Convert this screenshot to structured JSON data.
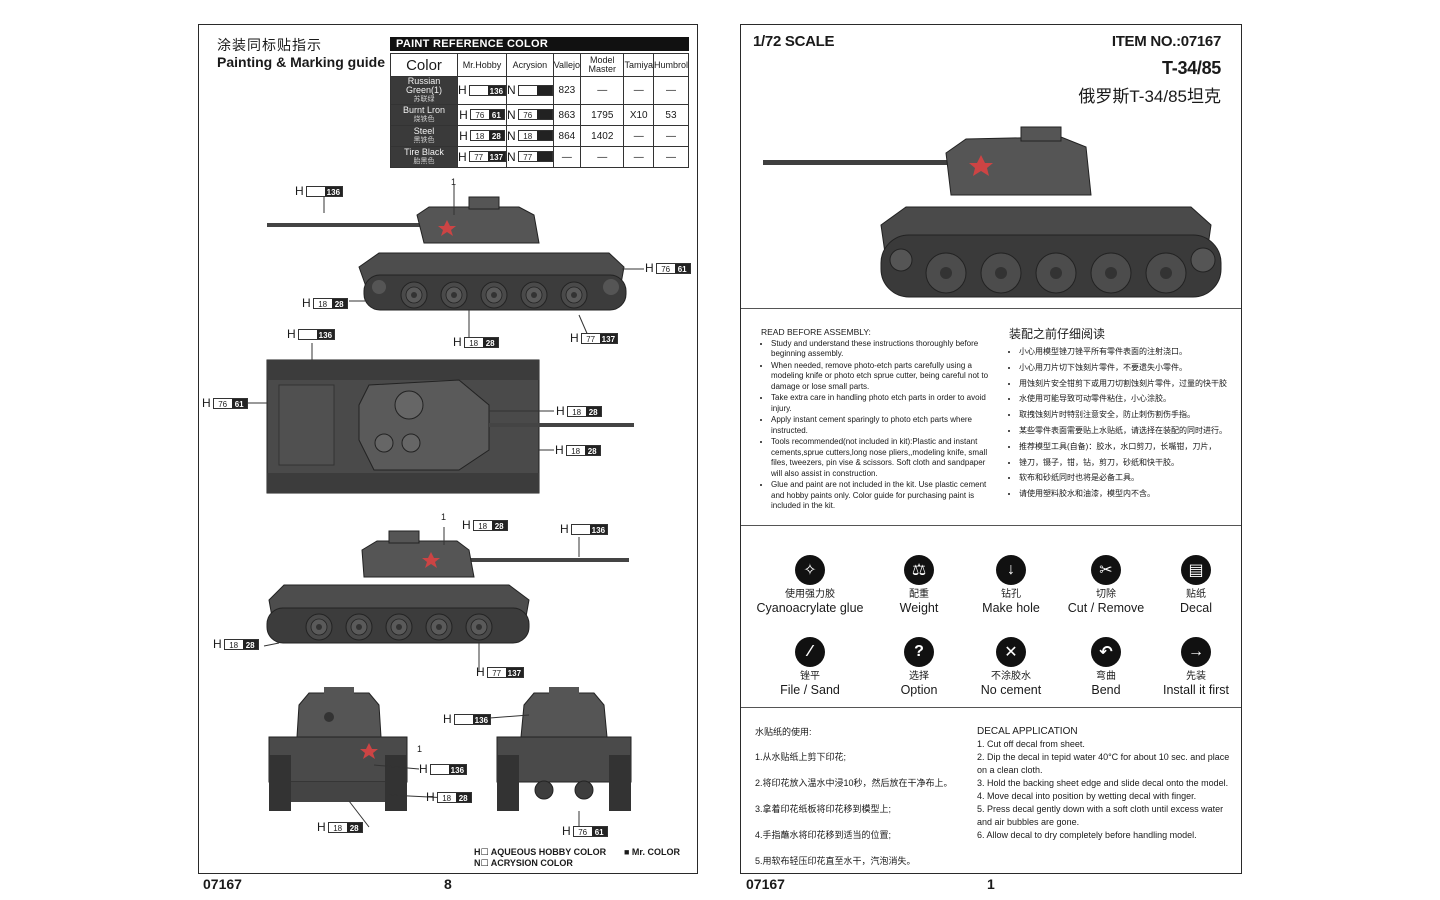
{
  "left_page": {
    "guide_title_cn": "涂装同标贴指示",
    "guide_title_en": "Painting & Marking guide",
    "paint_header": "PAINT  REFERENCE COLOR",
    "columns": [
      "Color",
      "Mr.Hobby",
      "Acrysion",
      "Vallejo",
      "Model Master",
      "Tamiya",
      "Humbrol"
    ],
    "rows": [
      {
        "name": "Russian Green(1)",
        "name_cn": "苏联绿",
        "hobby": {
          "letter": "H",
          "n1": "",
          "n2": "136"
        },
        "acrysion": {
          "letter": "N",
          "n1": "",
          "n2": ""
        },
        "vallejo": "823",
        "model_master": "—",
        "tamiya": "—",
        "humbrol": "—"
      },
      {
        "name": "Burnt Lron",
        "name_cn": "烧铁色",
        "hobby": {
          "letter": "H",
          "n1": "76",
          "n2": "61"
        },
        "acrysion": {
          "letter": "N",
          "n1": "76",
          "n2": ""
        },
        "vallejo": "863",
        "model_master": "1795",
        "tamiya": "X10",
        "humbrol": "53"
      },
      {
        "name": "Steel",
        "name_cn": "黑铁色",
        "hobby": {
          "letter": "H",
          "n1": "18",
          "n2": "28"
        },
        "acrysion": {
          "letter": "N",
          "n1": "18",
          "n2": ""
        },
        "vallejo": "864",
        "model_master": "1402",
        "tamiya": "—",
        "humbrol": "—"
      },
      {
        "name": "Tire Black",
        "name_cn": "胎黑色",
        "hobby": {
          "letter": "H",
          "n1": "77",
          "n2": "137"
        },
        "acrysion": {
          "letter": "N",
          "n1": "77",
          "n2": ""
        },
        "vallejo": "—",
        "model_master": "—",
        "tamiya": "—",
        "humbrol": "—"
      }
    ],
    "tags": {
      "h136": {
        "letter": "H",
        "n1": "",
        "n2": "136"
      },
      "h7661": {
        "letter": "H",
        "n1": "76",
        "n2": "61"
      },
      "h1828": {
        "letter": "H",
        "n1": "18",
        "n2": "28"
      },
      "h77137": {
        "letter": "H",
        "n1": "77",
        "n2": "137"
      }
    },
    "callout_1": "1",
    "legend_aqueous": "H☐ AQUEOUS HOBBY COLOR",
    "legend_acrysion": "N☐ ACRYSION COLOR",
    "legend_mr": "■ Mr. COLOR",
    "page_code": "07167",
    "page_number": "8"
  },
  "right_page": {
    "scale": "1/72  SCALE",
    "item_no": "ITEM NO.:07167",
    "model": "T-34/85",
    "model_cn": "俄罗斯T-34/85坦克",
    "assembly_head_en": "READ BEFORE ASSEMBLY:",
    "assembly_en": [
      "Study and understand these instructions thoroughly before beginning assembly.",
      "When needed, remove photo-etch parts carefully using a modeling knife or photo etch sprue cutter, being careful not to damage or lose small parts.",
      "Take extra care in handling photo etch parts in order to avoid injury.",
      "Apply instant cement sparingly to photo etch parts where instructed.",
      "Tools recommended(not included in kit):Plastic and instant cements,sprue cutters,long nose pliers,,modeling knife, small files, tweezers, pin vise & scissors. Soft cloth and sandpaper will also assist in construction.",
      "Glue and paint are not included in the kit. Use plastic cement and hobby paints only. Color guide for purchasing paint is included in the kit."
    ],
    "assembly_head_cn": "装配之前仔细阅读",
    "assembly_cn": [
      "小心用模型锉刀锉平所有零件表面的注射浇口。",
      "小心用刀片切下蚀刻片零件，不要遗失小零件。",
      "用蚀刻片安全钳剪下或用刀切割蚀刻片零件，过量的快干胶",
      "水使用可能导致可动零件粘住，小心涂胶。",
      "取拽蚀刻片时特别注意安全，防止刺伤割伤手指。",
      "某些零件表面需要贴上水贴纸，请选择在装配的同时进行。",
      "推荐模型工具(自备)：胶水，水口剪刀，长嘴钳，刀片，",
      "锉刀，镊子，钳，钻，剪刀，砂纸和快干胶。",
      "软布和砂纸同时也将是必备工具。",
      "请使用塑料胶水和油漆，模型内不含。"
    ],
    "icons": [
      {
        "glyph": "✧",
        "cn": "使用强力胶",
        "en": "Cyanoacrylate glue"
      },
      {
        "glyph": "⚖",
        "cn": "配重",
        "en": "Weight"
      },
      {
        "glyph": "↓",
        "cn": "钻孔",
        "en": "Make hole"
      },
      {
        "glyph": "✂",
        "cn": "切除",
        "en": "Cut / Remove"
      },
      {
        "glyph": "▤",
        "cn": "贴纸",
        "en": "Decal"
      },
      {
        "glyph": "∕",
        "cn": "锉平",
        "en": "File / Sand"
      },
      {
        "glyph": "?",
        "cn": "选择",
        "en": "Option"
      },
      {
        "glyph": "✕",
        "cn": "不涂胶水",
        "en": "No cement"
      },
      {
        "glyph": "↶",
        "cn": "弯曲",
        "en": "Bend"
      },
      {
        "glyph": "→",
        "cn": "先装",
        "en": "Install it first"
      }
    ],
    "decal_head_cn": "水贴纸的使用:",
    "decal_cn": [
      "1.从水贴纸上剪下印花;",
      "2.将印花放入温水中浸10秒，然后放在干净布上。",
      "3.拿着印花纸板将印花移到模型上;",
      "4.手指蘸水将印花移到适当的位置;",
      "5.用软布轻压印花直至水干，汽泡消失。"
    ],
    "decal_head_en": "DECAL APPLICATION",
    "decal_en": [
      "1. Cut off decal from sheet.",
      "2. Dip the decal in tepid water 40°C for about 10 sec. and place on a clean cloth.",
      "3. Hold the backing sheet edge and slide decal onto the model.",
      "4. Move decal into position by wetting decal with finger.",
      "5. Press decal gently down with a soft cloth until excess water and air bubbles are gone.",
      "6. Allow decal to dry completely before handling model."
    ],
    "page_code": "07167",
    "page_number": "1"
  }
}
